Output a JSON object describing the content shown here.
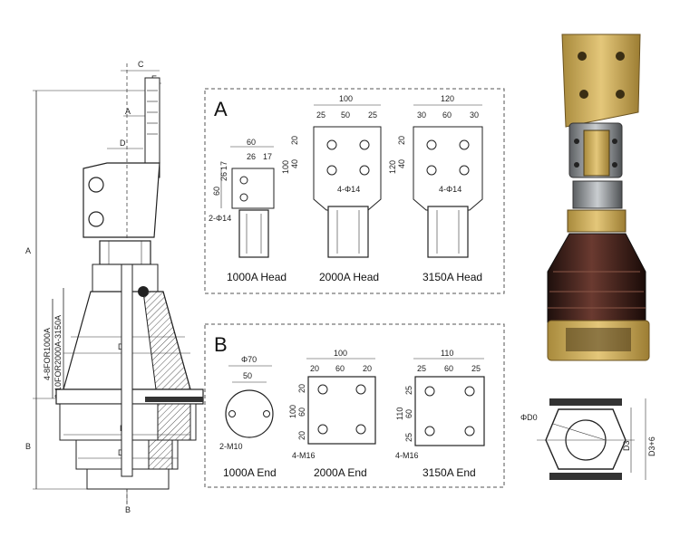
{
  "main_drawing": {
    "dim_C": "C",
    "dim_E": "E",
    "dim_A_arrow": "A",
    "dim_D": "D",
    "dim_A": "A",
    "dim_B": "B",
    "dim_D1": "D1",
    "dim_D2": "D2",
    "dim_D3": "D3",
    "dim_B_arrow": "B",
    "vertical_note_1": "4-8FOR1000A",
    "vertical_note_2": "6-10FOR2000A-3150A"
  },
  "panel_a": {
    "letter": "A",
    "head_1000": {
      "w": "60",
      "a": "26",
      "b": "17",
      "h1": "26",
      "h2": "17",
      "h": "60",
      "hole": "2-Φ14",
      "caption": "1000A Head"
    },
    "head_2000": {
      "w": "100",
      "a": "25",
      "b": "50",
      "c": "25",
      "v1": "20",
      "v2": "40",
      "h": "100",
      "hole": "4-Φ14",
      "caption": "2000A Head"
    },
    "head_3150": {
      "w": "120",
      "a": "30",
      "b": "60",
      "c": "30",
      "v1": "20",
      "v2": "40",
      "h": "120",
      "hole": "4-Φ14",
      "caption": "3150A Head"
    }
  },
  "panel_b": {
    "letter": "B",
    "end_1000": {
      "d": "Φ70",
      "w": "50",
      "hole": "2-M10",
      "caption": "1000A End"
    },
    "end_2000": {
      "w": "100",
      "a": "20",
      "b": "60",
      "c": "20",
      "v1": "20",
      "v2": "60",
      "v3": "20",
      "h": "100",
      "hole": "4-M16",
      "caption": "2000A End"
    },
    "end_3150": {
      "w": "110",
      "a": "25",
      "b": "60",
      "c": "25",
      "v1": "25",
      "v2": "60",
      "v3": "25",
      "h": "110",
      "hole": "4-M16",
      "caption": "3150A End"
    }
  },
  "bottom_right": {
    "d0": "ΦD0",
    "d3": "D3",
    "d3p6": "D3+6"
  },
  "colors": {
    "brass": "#c8a24a",
    "porcelain": "#3a1f1a",
    "steel": "#8c8f92"
  }
}
